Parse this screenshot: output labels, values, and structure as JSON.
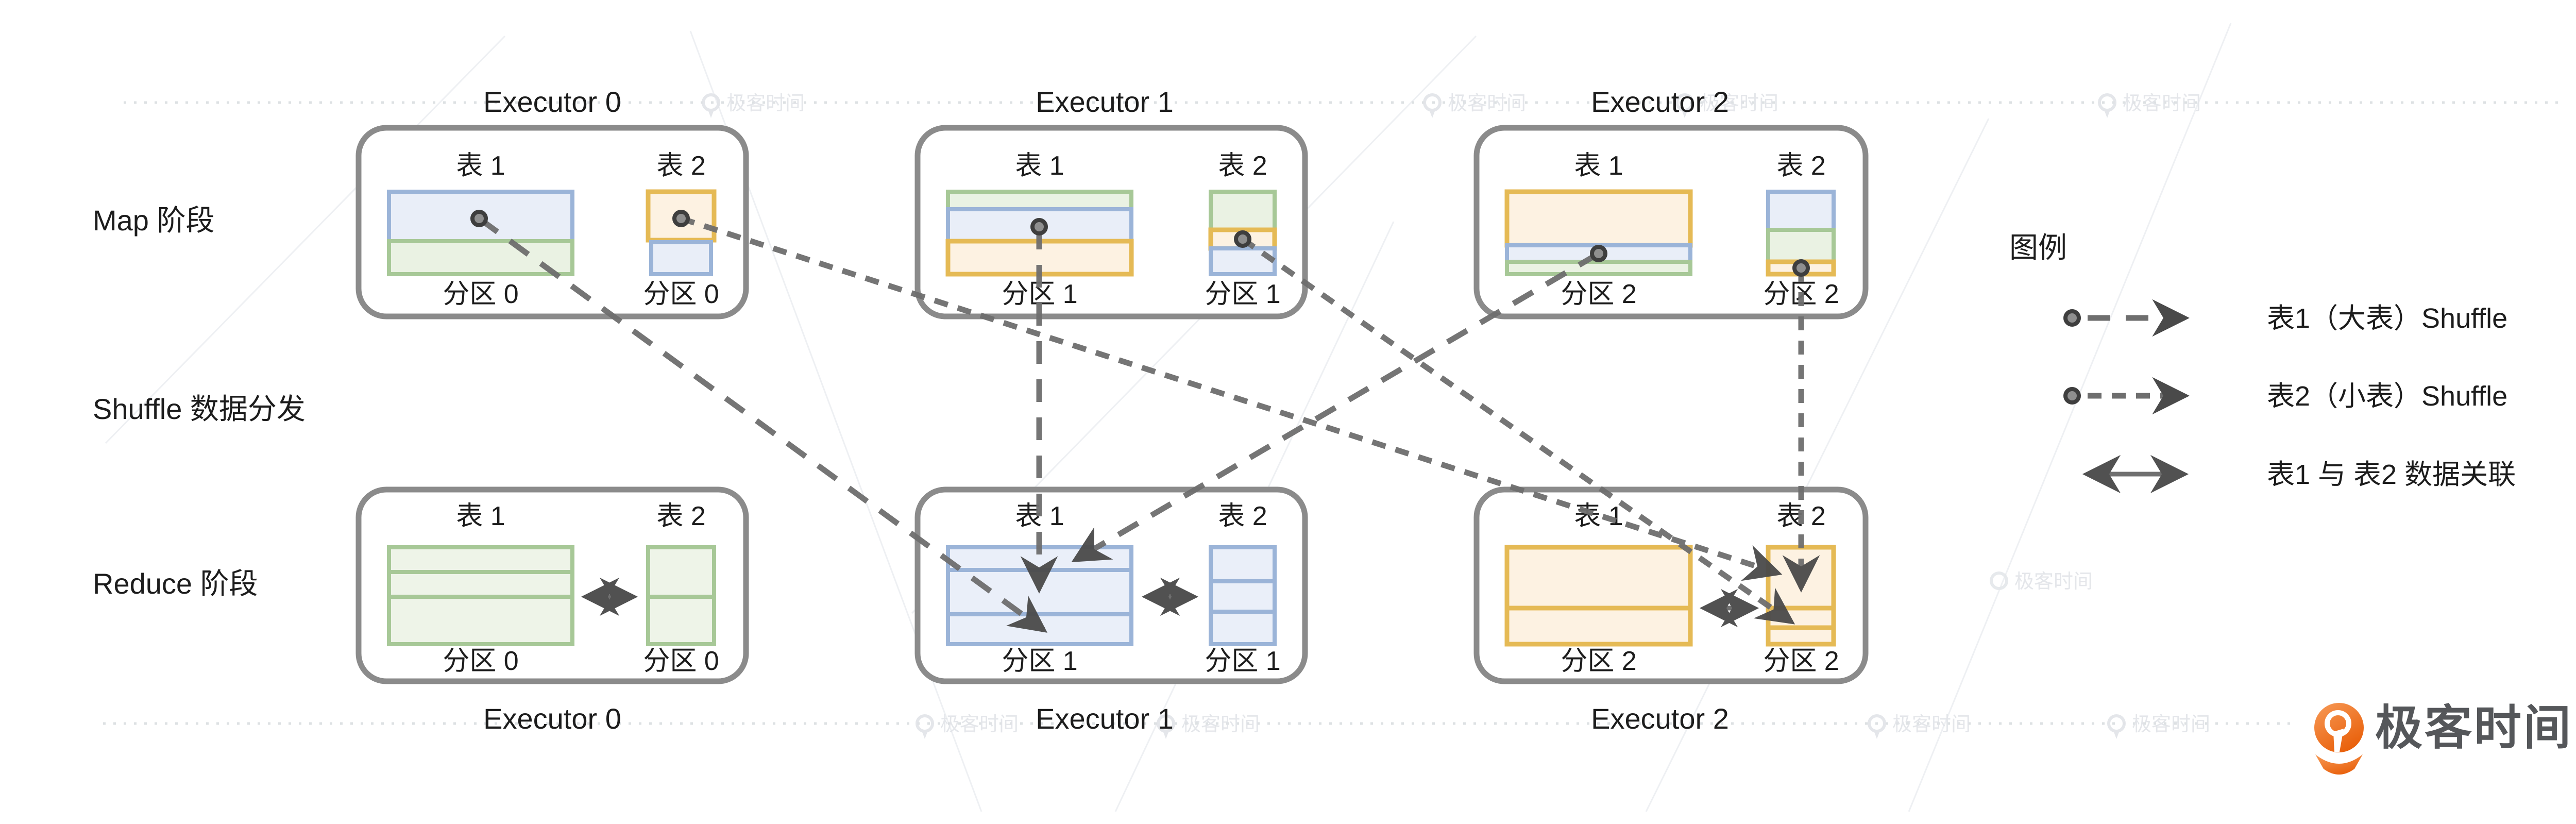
{
  "stages": {
    "map": "Map 阶段",
    "shuffle": "Shuffle 数据分发",
    "reduce": "Reduce 阶段"
  },
  "executors_top": [
    "Executor 0",
    "Executor 1",
    "Executor 2"
  ],
  "executors_bottom": [
    "Executor 0",
    "Executor 1",
    "Executor 2"
  ],
  "labels": {
    "table1": "表 1",
    "table2": "表 2",
    "partition0": "分区 0",
    "partition1": "分区 1",
    "partition2": "分区 2"
  },
  "legend": {
    "title": "图例",
    "items": [
      {
        "label": "表1（大表）Shuffle",
        "marker": "dashed-arrow-large-dash"
      },
      {
        "label": "表2（小表）Shuffle",
        "marker": "dashed-arrow-small-dash"
      },
      {
        "label": "表1 与 表2 数据关联",
        "marker": "double-headed-arrow"
      }
    ]
  },
  "watermark": {
    "icon": "geektime-q-icon",
    "text": "极客时间"
  },
  "logo": {
    "icon": "geektime-q-icon",
    "text": "极客时间"
  },
  "colors": {
    "blue_fill": "#e9eef8",
    "blue_border": "#9bb4d8",
    "green_fill": "#eaf2e3",
    "green_border": "#a7c897",
    "orange_fill": "#fdf2e2",
    "orange_border": "#e5ba55",
    "box_border": "#8b8b8b",
    "arrow_line": "#6e6e6e",
    "arrowhead": "#4a4a4a",
    "logo_orange_light": "#f79a57",
    "logo_orange_dark": "#e9610c",
    "logo_text": "#55575a",
    "watermark_gray": "#e1e4e8"
  },
  "diagram_data": {
    "type": "spark-shuffle-join-diagram",
    "map_row": [
      {
        "executor": "Executor 0",
        "table1_partition": "分区 0",
        "table1_segments": [
          "blue-large",
          "green-small"
        ],
        "table2_partition": "分区 0",
        "table2_segments": [
          "orange",
          "blue"
        ]
      },
      {
        "executor": "Executor 1",
        "table1_partition": "分区 1",
        "table1_segments": [
          "green-thin",
          "blue-medium",
          "orange-medium"
        ],
        "table2_partition": "分区 1",
        "table2_segments": [
          "green",
          "orange-thin",
          "blue"
        ]
      },
      {
        "executor": "Executor 2",
        "table1_partition": "分区 2",
        "table1_segments": [
          "orange-large",
          "blue-thin",
          "green-thin"
        ],
        "table2_partition": "分区 2",
        "table2_segments": [
          "blue",
          "green",
          "orange-thin"
        ]
      }
    ],
    "reduce_row": [
      {
        "executor": "Executor 0",
        "table1_partition": "分区 0",
        "table1_segments": [
          "green",
          "green",
          "green"
        ],
        "table2_partition": "分区 0",
        "table2_segments": [
          "green",
          "green"
        ]
      },
      {
        "executor": "Executor 1",
        "table1_partition": "分区 1",
        "table1_segments": [
          "blue",
          "blue",
          "blue"
        ],
        "table2_partition": "分区 1",
        "table2_segments": [
          "blue",
          "blue",
          "blue"
        ]
      },
      {
        "executor": "Executor 2",
        "table1_partition": "分区 2",
        "table1_segments": [
          "orange",
          "orange"
        ],
        "table2_partition": "分区 2",
        "table2_segments": [
          "orange",
          "orange",
          "orange"
        ]
      }
    ],
    "shuffle_arrows": [
      {
        "from": "map.executor0.table1",
        "to": "reduce.executor1.table1",
        "kind": "table1-big-dash"
      },
      {
        "from": "map.executor1.table1",
        "to": "reduce.executor1.table1",
        "kind": "table1-big-dash"
      },
      {
        "from": "map.executor2.table1",
        "to": "reduce.executor1.table1",
        "kind": "table1-big-dash"
      },
      {
        "from": "map.executor0.table2",
        "to": "reduce.executor2.table2",
        "kind": "table2-small-dash"
      },
      {
        "from": "map.executor1.table2",
        "to": "reduce.executor2.table2",
        "kind": "table2-small-dash"
      },
      {
        "from": "map.executor2.table2",
        "to": "reduce.executor2.table2",
        "kind": "table2-small-dash"
      }
    ],
    "join_arrows": [
      "reduce.executor0.table1<->table2",
      "reduce.executor1.table1<->table2",
      "reduce.executor2.table1<->table2"
    ]
  }
}
